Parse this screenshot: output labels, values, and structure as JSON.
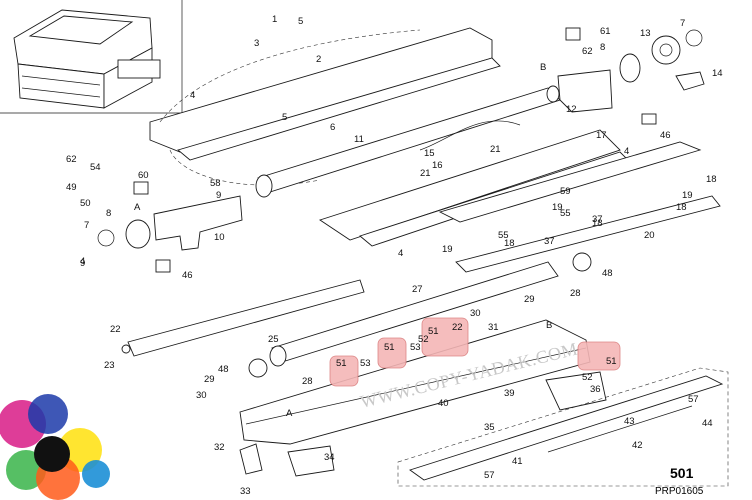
{
  "diagram": {
    "page_number": "501",
    "page_code": "PRP01605",
    "watermark": "WWW.COPY-YADAK.COM",
    "highlight_color": "#f4b6b6",
    "highlighted_callouts": [
      "51",
      "51",
      "51",
      "51"
    ],
    "callouts": [
      {
        "id": "c1",
        "label": "1"
      },
      {
        "id": "c2",
        "label": "2"
      },
      {
        "id": "c3",
        "label": "3"
      },
      {
        "id": "c4a",
        "label": "4"
      },
      {
        "id": "c4b",
        "label": "4"
      },
      {
        "id": "c4c",
        "label": "4"
      },
      {
        "id": "c4d",
        "label": "4"
      },
      {
        "id": "c5a",
        "label": "5"
      },
      {
        "id": "c5b",
        "label": "5"
      },
      {
        "id": "c6",
        "label": "6"
      },
      {
        "id": "c7a",
        "label": "7"
      },
      {
        "id": "c7b",
        "label": "7"
      },
      {
        "id": "c8a",
        "label": "8"
      },
      {
        "id": "c8b",
        "label": "8"
      },
      {
        "id": "c9a",
        "label": "9"
      },
      {
        "id": "c9b",
        "label": "9"
      },
      {
        "id": "c10",
        "label": "10"
      },
      {
        "id": "c11",
        "label": "11"
      },
      {
        "id": "c12",
        "label": "12"
      },
      {
        "id": "c13",
        "label": "13"
      },
      {
        "id": "c14",
        "label": "14"
      },
      {
        "id": "c15",
        "label": "15"
      },
      {
        "id": "c16",
        "label": "16"
      },
      {
        "id": "c17",
        "label": "17"
      },
      {
        "id": "c18a",
        "label": "18"
      },
      {
        "id": "c18b",
        "label": "18"
      },
      {
        "id": "c18c",
        "label": "18"
      },
      {
        "id": "c18d",
        "label": "18"
      },
      {
        "id": "c19a",
        "label": "19"
      },
      {
        "id": "c19b",
        "label": "19"
      },
      {
        "id": "c19c",
        "label": "19"
      },
      {
        "id": "c20",
        "label": "20"
      },
      {
        "id": "c21a",
        "label": "21"
      },
      {
        "id": "c21b",
        "label": "21"
      },
      {
        "id": "c22a",
        "label": "22"
      },
      {
        "id": "c22b",
        "label": "22"
      },
      {
        "id": "c23",
        "label": "23"
      },
      {
        "id": "c25",
        "label": "25"
      },
      {
        "id": "c27",
        "label": "27"
      },
      {
        "id": "c28a",
        "label": "28"
      },
      {
        "id": "c28b",
        "label": "28"
      },
      {
        "id": "c29a",
        "label": "29"
      },
      {
        "id": "c29b",
        "label": "29"
      },
      {
        "id": "c30a",
        "label": "30"
      },
      {
        "id": "c30b",
        "label": "30"
      },
      {
        "id": "c31",
        "label": "31"
      },
      {
        "id": "c32",
        "label": "32"
      },
      {
        "id": "c33",
        "label": "33"
      },
      {
        "id": "c34",
        "label": "34"
      },
      {
        "id": "c35",
        "label": "35"
      },
      {
        "id": "c36",
        "label": "36"
      },
      {
        "id": "c37a",
        "label": "37"
      },
      {
        "id": "c37b",
        "label": "37"
      },
      {
        "id": "c39",
        "label": "39"
      },
      {
        "id": "c40",
        "label": "40"
      },
      {
        "id": "c41",
        "label": "41"
      },
      {
        "id": "c42",
        "label": "42"
      },
      {
        "id": "c43",
        "label": "43"
      },
      {
        "id": "c44",
        "label": "44"
      },
      {
        "id": "c46a",
        "label": "46"
      },
      {
        "id": "c46b",
        "label": "46"
      },
      {
        "id": "c48a",
        "label": "48"
      },
      {
        "id": "c48b",
        "label": "48"
      },
      {
        "id": "c49",
        "label": "49"
      },
      {
        "id": "c50",
        "label": "50"
      },
      {
        "id": "c51a",
        "label": "51"
      },
      {
        "id": "c51b",
        "label": "51"
      },
      {
        "id": "c51c",
        "label": "51"
      },
      {
        "id": "c51d",
        "label": "51"
      },
      {
        "id": "c52a",
        "label": "52"
      },
      {
        "id": "c52b",
        "label": "52"
      },
      {
        "id": "c53a",
        "label": "53"
      },
      {
        "id": "c53b",
        "label": "53"
      },
      {
        "id": "c54",
        "label": "54"
      },
      {
        "id": "c55a",
        "label": "55"
      },
      {
        "id": "c55b",
        "label": "55"
      },
      {
        "id": "c57a",
        "label": "57"
      },
      {
        "id": "c57b",
        "label": "57"
      },
      {
        "id": "c58",
        "label": "58"
      },
      {
        "id": "c59",
        "label": "59"
      },
      {
        "id": "c60",
        "label": "60"
      },
      {
        "id": "c61",
        "label": "61"
      },
      {
        "id": "c62a",
        "label": "62"
      },
      {
        "id": "c62b",
        "label": "62"
      },
      {
        "id": "cA1",
        "label": "A"
      },
      {
        "id": "cA2",
        "label": "A"
      },
      {
        "id": "cB1",
        "label": "B"
      },
      {
        "id": "cB2",
        "label": "B"
      }
    ]
  }
}
